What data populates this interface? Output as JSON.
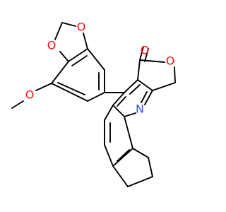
{
  "background_color": "#ffffff",
  "bond_color": "#000000",
  "atom_colors": {
    "O": "#ff0d0d",
    "N": "#3050f8"
  },
  "atoms": {
    "o_dioxole_top": "O",
    "o_dioxole_left": "O",
    "o_methoxy": "O",
    "o_carbonyl": "O",
    "o_lactone_ring": "O",
    "n_pyridine": "N"
  }
}
